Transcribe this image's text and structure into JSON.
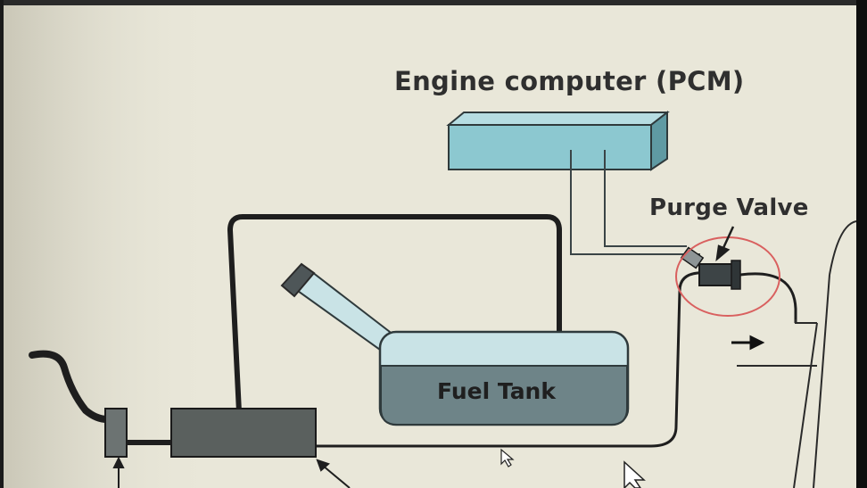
{
  "labels": {
    "pcm": "Engine computer (PCM)",
    "purge_valve": "Purge Valve",
    "fuel_tank": "Fuel Tank"
  },
  "colors": {
    "background": "#e9e7d9",
    "pcm_box": "#8cc8d0",
    "tank_top": "#c9e3e6",
    "tank_fuel": "#6e8488",
    "canister": "#5a605e",
    "purge_valve": "#3d4446",
    "highlight_circle": "#d9605f",
    "line": "#1e1e1e"
  }
}
